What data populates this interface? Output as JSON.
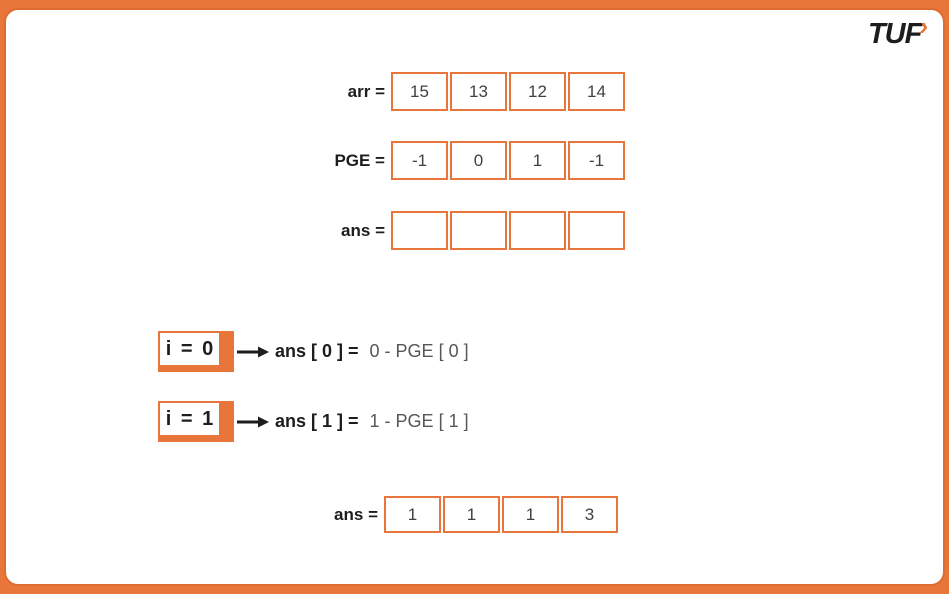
{
  "logo": {
    "text": "TUF",
    "chevron": "›"
  },
  "colors": {
    "accent": "#E8763B",
    "text_dark": "#1D1D1F",
    "formula_muted": "#56575B",
    "cell_text": "#414042"
  },
  "top_arrays": [
    {
      "name": "arr",
      "label": "arr =",
      "cells": [
        "15",
        "13",
        "12",
        "14"
      ]
    },
    {
      "name": "pge",
      "label": "PGE =",
      "cells": [
        "-1",
        "0",
        "1",
        "-1"
      ]
    },
    {
      "name": "ans_empty",
      "label": "ans =",
      "cells": [
        "",
        "",
        "",
        ""
      ]
    }
  ],
  "steps": [
    {
      "iterator": "i = 0",
      "lhs": "ans [ 0 ] =",
      "rhs": "0 - PGE [ 0 ]"
    },
    {
      "iterator": "i = 1",
      "lhs": "ans [ 1 ] =",
      "rhs": "1 - PGE [ 1 ]"
    }
  ],
  "result_array": {
    "name": "ans_final",
    "label": "ans =",
    "cells": [
      "1",
      "1",
      "1",
      "3"
    ]
  }
}
